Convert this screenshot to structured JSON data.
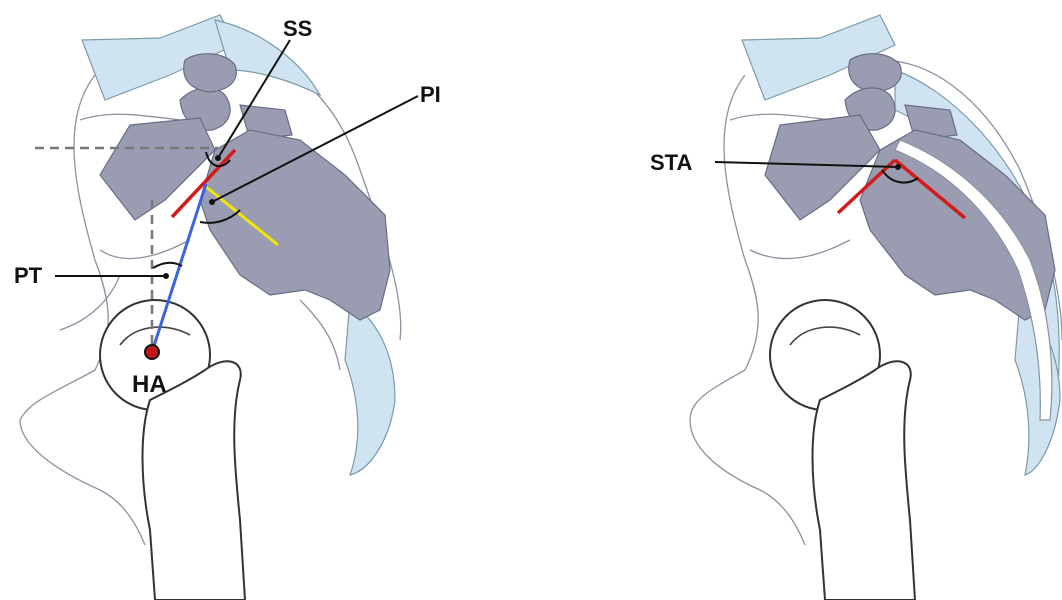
{
  "labels": {
    "ss": "SS",
    "pi": "PI",
    "pt": "PT",
    "ha": "HA",
    "sta": "STA"
  },
  "colors": {
    "bone_fill": "#9a9cb2",
    "bone_stroke": "#6a6c84",
    "cartilage_fill": "#cfe4f0",
    "cartilage_stroke": "#7c9aaa",
    "outline_stroke": "#8a92a0",
    "endplate_line": "#d41b1b",
    "femoral_axis_line": "#3d63e0",
    "perpendicular_line": "#f2e600",
    "reference_line": "#777777",
    "hip_axis_point": "#c01818"
  }
}
